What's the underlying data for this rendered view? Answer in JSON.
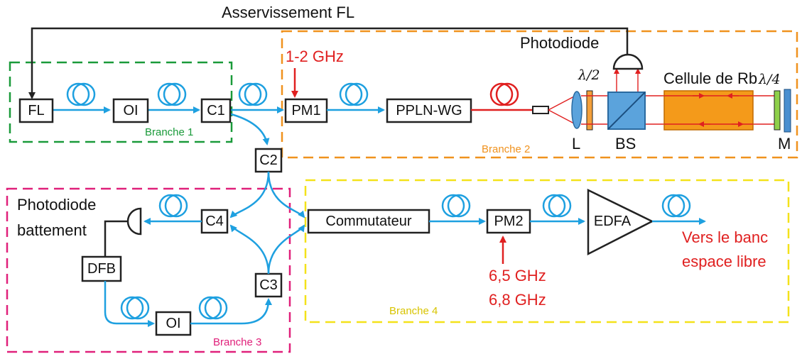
{
  "title": "Asservissement FL",
  "colors": {
    "fiber": "#1ea0e0",
    "red": "#e02020",
    "branch1": "#1a9a3a",
    "branch2": "#f0921e",
    "branch3": "#e0207a",
    "branch4": "#f4e21a",
    "cell": "#f49a1a"
  },
  "components": {
    "fl": "FL",
    "oi1": "OI",
    "c1": "C1",
    "pm1": "PM1",
    "ppln": "PPLN-WG",
    "c2": "C2",
    "c3": "C3",
    "c4": "C4",
    "dfb": "DFB",
    "oi2": "OI",
    "commutateur": "Commutateur",
    "pm2": "PM2",
    "edfa": "EDFA"
  },
  "labels": {
    "pm1_freq": "1-2 GHz",
    "photodiode": "Photodiode",
    "photodiode_bat_line1": "Photodiode",
    "photodiode_bat_line2": "battement",
    "cellule": "Cellule de Rb",
    "half_wave": "λ/2",
    "quarter_wave": "λ/4",
    "lens": "L",
    "bs": "BS",
    "mirror": "M",
    "pm2_freq1": "6,5 GHz",
    "pm2_freq2": "6,8 GHz",
    "output_line1": "Vers le banc",
    "output_line2": "espace libre"
  },
  "branches": {
    "b1": "Branche 1",
    "b2": "Branche 2",
    "b3": "Branche 3",
    "b4": "Branche 4"
  }
}
